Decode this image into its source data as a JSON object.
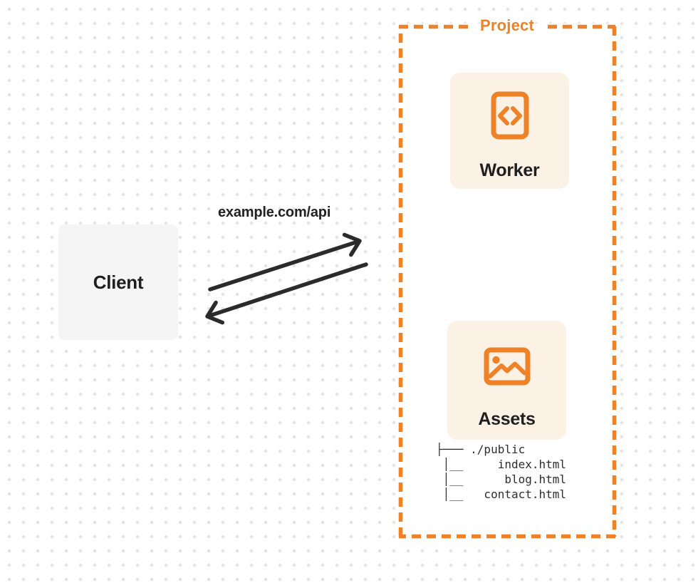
{
  "project": {
    "label": "Project"
  },
  "client": {
    "label": "Client"
  },
  "request": {
    "url_label": "example.com/api"
  },
  "nodes": {
    "worker": {
      "label": "Worker",
      "icon": "code-file-icon"
    },
    "assets": {
      "label": "Assets",
      "icon": "image-icon"
    }
  },
  "file_tree": {
    "root": "./public",
    "files": [
      "index.html",
      "blog.html",
      "contact.html"
    ],
    "lines": [
      "├─── ./public",
      " │__     index.html",
      " │__      blog.html",
      " │__   contact.html"
    ]
  },
  "colors": {
    "accent": "#ED8228",
    "card_bg": "#FBF1E4",
    "arrow": "#2B2B2B",
    "client_bg": "#F5F5F6",
    "dot_grid": "#E4E4E4"
  }
}
